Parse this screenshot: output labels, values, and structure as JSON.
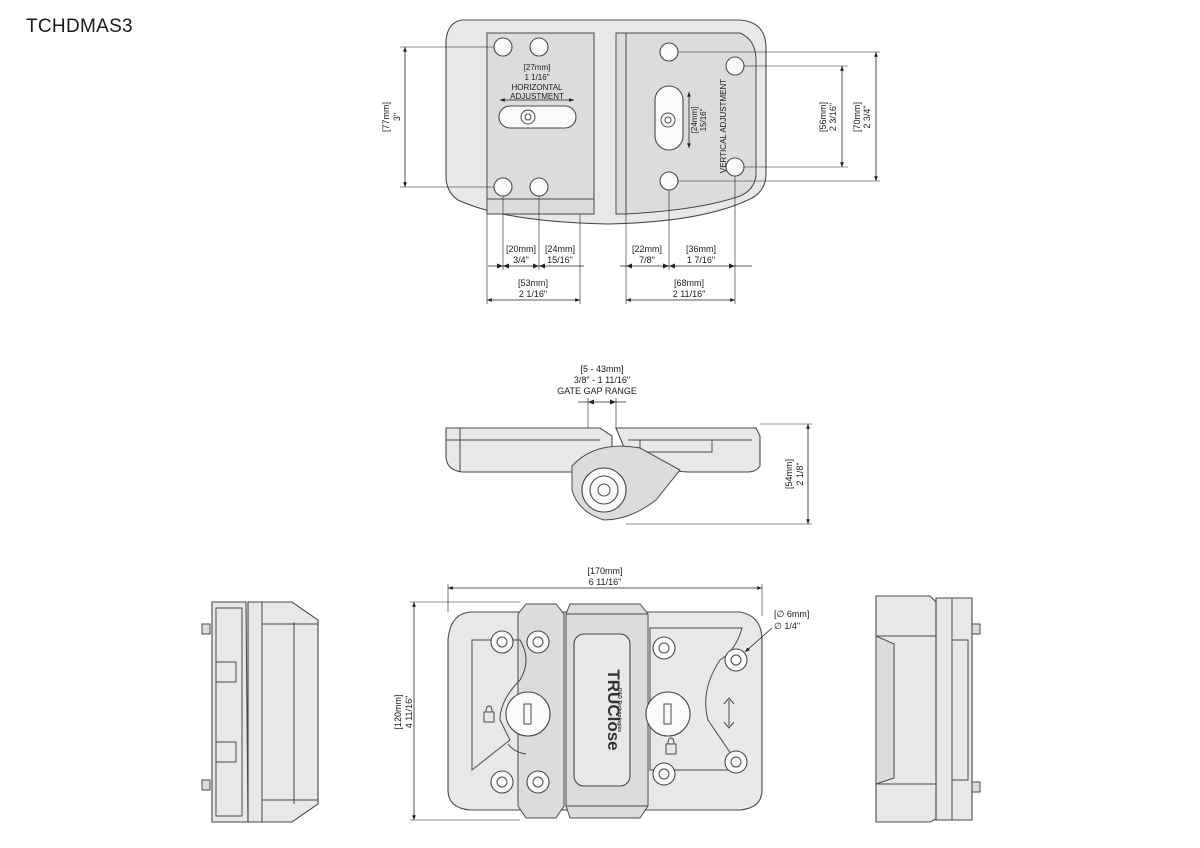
{
  "title": "TCHDMAS3",
  "brand": {
    "name": "TRUClose",
    "sub": "D&D Technologies"
  },
  "top_view": {
    "horizontal_adjust": [
      "[27mm]",
      "1 1/16\"",
      "HORIZONTAL",
      "ADJUSTMENT"
    ],
    "vertical_adjust": "VERTICAL ADJUSTMENT",
    "vertical_small": [
      "[24mm]",
      "15/16\""
    ],
    "height_left": [
      "[77mm]",
      "3\""
    ],
    "height_right_inner": [
      "[56mm]",
      "2 3/16\""
    ],
    "height_right_outer": [
      "[70mm]",
      "2 3/4\""
    ],
    "bottom_dims": [
      [
        "[20mm]",
        "3/4\""
      ],
      [
        "[24mm]",
        "15/16\""
      ],
      [
        "[22mm]",
        "7/8\""
      ],
      [
        "[36mm]",
        "1 7/16\""
      ]
    ],
    "span_left": [
      "[53mm]",
      "2 1/16\""
    ],
    "span_right": [
      "[68mm]",
      "2 11/16\""
    ]
  },
  "side_view": {
    "gap": [
      "[5 - 43mm]",
      "3/8\" - 1 11/16\"",
      "GATE GAP RANGE"
    ],
    "height": [
      "[54mm]",
      "2 1/8\""
    ]
  },
  "front_view": {
    "width": [
      "[170mm]",
      "6 11/16\""
    ],
    "height": [
      "[120mm]",
      "4 11/16\""
    ],
    "hole": [
      "[∅ 6mm]",
      "∅ 1/4\""
    ]
  }
}
